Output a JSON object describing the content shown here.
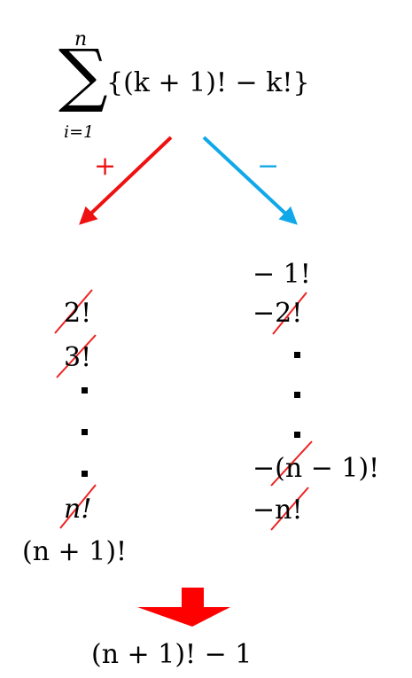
{
  "summation": {
    "upper": "n",
    "lower": "i=1",
    "expr": "{(k + 1)! − k!}"
  },
  "branches": {
    "plus": {
      "symbol": "+",
      "color": "#ee1111"
    },
    "minus": {
      "symbol": "−",
      "color": "#10a8e8"
    }
  },
  "left_column": {
    "items": [
      "2!",
      "3!",
      "n!",
      "(n + 1)!"
    ]
  },
  "right_column": {
    "items": [
      "− 1!",
      "−2!",
      "−(n − 1)!",
      "−n!"
    ]
  },
  "result": {
    "arrow_color": "#ff0000",
    "text": "(n + 1)! − 1"
  },
  "strike_color": "#ee2222"
}
